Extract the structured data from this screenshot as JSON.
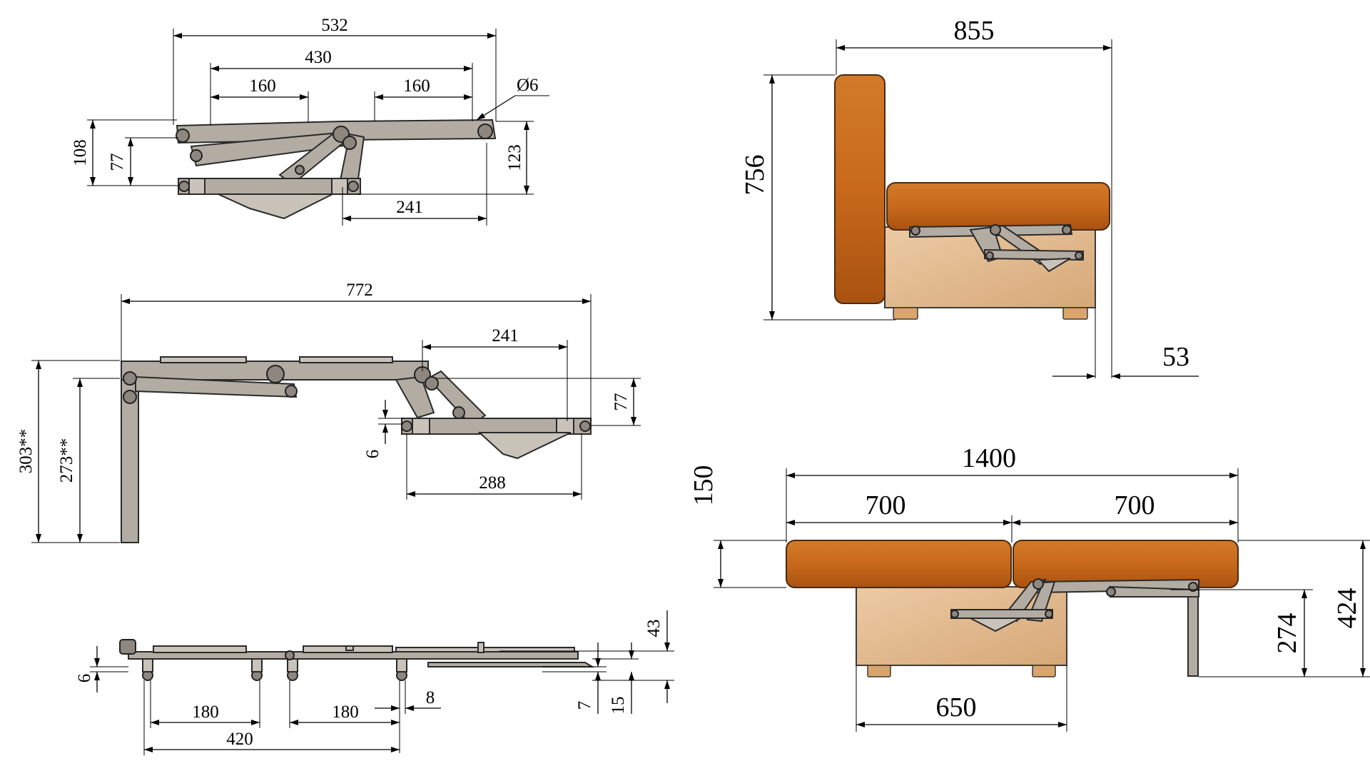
{
  "diagram": {
    "mechanism_folded": {
      "d_532": "532",
      "d_430": "430",
      "d_160_left": "160",
      "d_160_right": "160",
      "d_diameter": "Ø6",
      "d_108": "108",
      "d_77": "77",
      "d_123": "123",
      "d_241": "241"
    },
    "mechanism_open": {
      "d_772": "772",
      "d_241": "241",
      "d_77": "77",
      "d_6": "6",
      "d_288": "288",
      "d_303": "303**",
      "d_273": "273**"
    },
    "mechanism_flat": {
      "d_43": "43",
      "d_6": "6",
      "d_180_left": "180",
      "d_180_right": "180",
      "d_8": "8",
      "d_7": "7",
      "d_15": "15",
      "d_420": "420"
    },
    "sofa_side": {
      "d_855": "855",
      "d_756": "756",
      "d_53": "53"
    },
    "sofa_bed": {
      "d_1400": "1400",
      "d_700_left": "700",
      "d_700_right": "700",
      "d_150": "150",
      "d_424": "424",
      "d_274": "274",
      "d_650": "650"
    },
    "colors": {
      "cushion": "#c8691c",
      "base": "#e2b98e",
      "metal": "#b3aca3"
    }
  }
}
